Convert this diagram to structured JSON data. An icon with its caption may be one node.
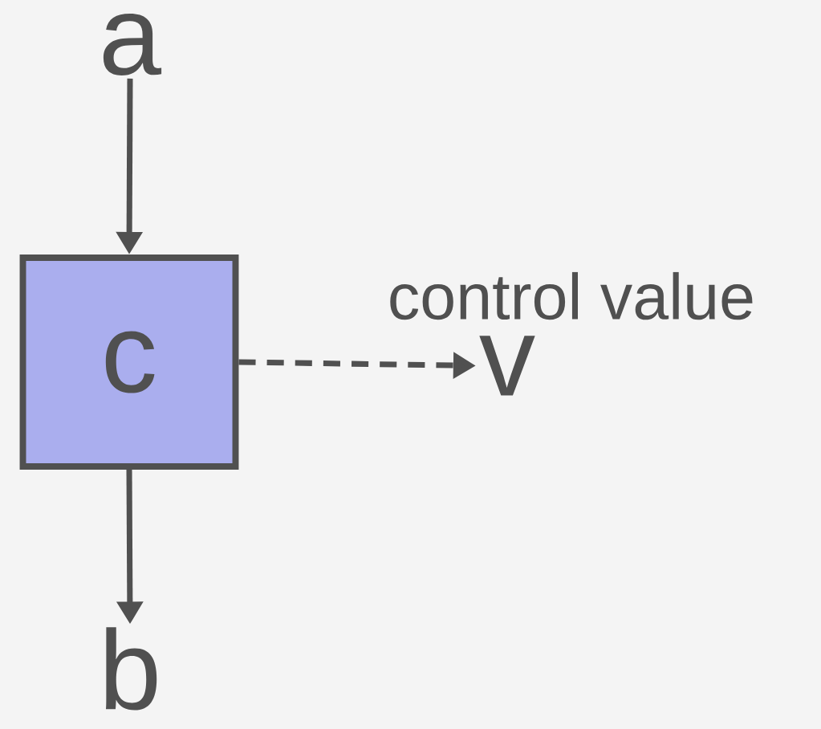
{
  "diagram": {
    "nodes": [
      {
        "text": [
          "a"
        ]
      },
      {
        "text": [
          "c"
        ]
      },
      {
        "text": [
          "v"
        ],
        "beside": [
          "control value"
        ]
      },
      {
        "text": [
          "b"
        ]
      }
    ],
    "edges": [
      {
        "from": 0,
        "to": 1,
        "arrow": "to"
      },
      {
        "from": 1,
        "to": 2,
        "arrow": "to",
        "style": "dashed"
      },
      {
        "from": 1,
        "to": 3,
        "arrow": "to"
      }
    ]
  }
}
